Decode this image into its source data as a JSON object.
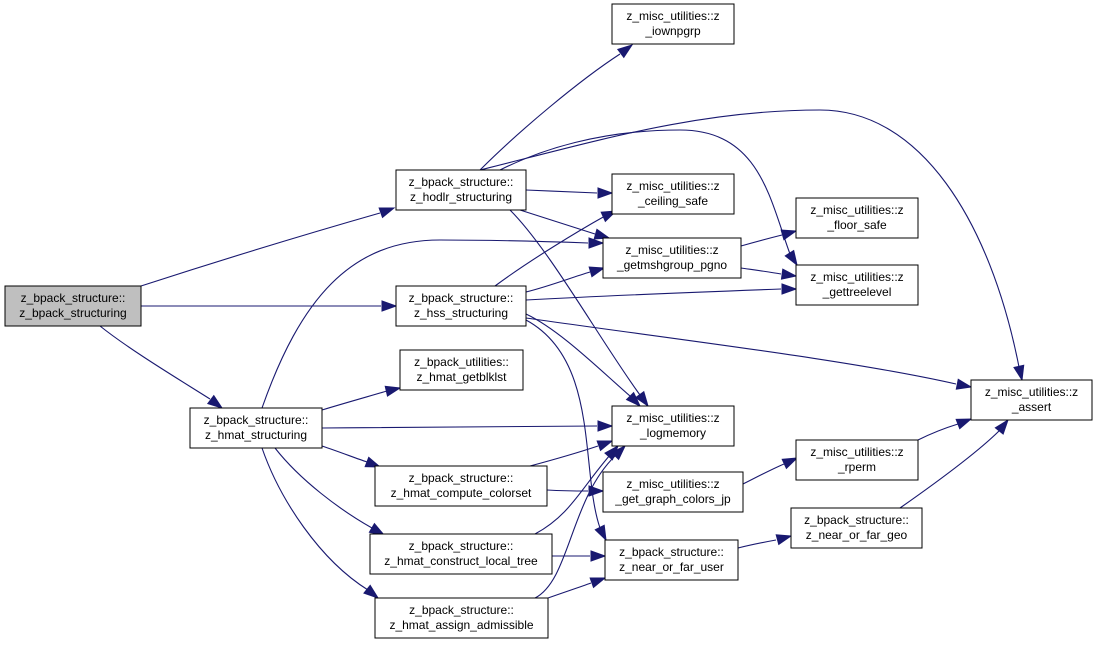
{
  "graph": {
    "colors": {
      "edge": "#191970",
      "node_fill": "#ffffff",
      "root_fill": "#bfbfbf",
      "border": "#000000"
    },
    "nodes": [
      {
        "id": "root",
        "line1": "z_bpack_structure::",
        "line2": "z_bpack_structuring",
        "highlight": true
      },
      {
        "id": "hodlr",
        "line1": "z_bpack_structure::",
        "line2": "z_hodlr_structuring"
      },
      {
        "id": "hss",
        "line1": "z_bpack_structure::",
        "line2": "z_hss_structuring"
      },
      {
        "id": "hmat",
        "line1": "z_bpack_structure::",
        "line2": "z_hmat_structuring"
      },
      {
        "id": "getblklst",
        "line1": "z_bpack_utilities::",
        "line2": "z_hmat_getblklst"
      },
      {
        "id": "colorset",
        "line1": "z_bpack_structure::",
        "line2": "z_hmat_compute_colorset"
      },
      {
        "id": "localtree",
        "line1": "z_bpack_structure::",
        "line2": "z_hmat_construct_local_tree"
      },
      {
        "id": "admissible",
        "line1": "z_bpack_structure::",
        "line2": "z_hmat_assign_admissible"
      },
      {
        "id": "iownpgrp",
        "line1": "z_misc_utilities::z",
        "line2": "_iownpgrp"
      },
      {
        "id": "ceiling",
        "line1": "z_misc_utilities::z",
        "line2": "_ceiling_safe"
      },
      {
        "id": "pgno",
        "line1": "z_misc_utilities::z",
        "line2": "_getmshgroup_pgno"
      },
      {
        "id": "logmemory",
        "line1": "z_misc_utilities::z",
        "line2": "_logmemory"
      },
      {
        "id": "graphcolors",
        "line1": "z_misc_utilities::z",
        "line2": "_get_graph_colors_jp"
      },
      {
        "id": "nearuser",
        "line1": "z_bpack_structure::",
        "line2": "z_near_or_far_user"
      },
      {
        "id": "floor",
        "line1": "z_misc_utilities::z",
        "line2": "_floor_safe"
      },
      {
        "id": "treelevel",
        "line1": "z_misc_utilities::z",
        "line2": "_gettreelevel"
      },
      {
        "id": "rperm",
        "line1": "z_misc_utilities::z",
        "line2": "_rperm"
      },
      {
        "id": "neargeo",
        "line1": "z_bpack_structure::",
        "line2": "z_near_or_far_geo"
      },
      {
        "id": "assert",
        "line1": "z_misc_utilities::z",
        "line2": "_assert"
      }
    ],
    "edges": [
      {
        "from": "root",
        "to": "hodlr"
      },
      {
        "from": "root",
        "to": "hss"
      },
      {
        "from": "root",
        "to": "hmat"
      },
      {
        "from": "hodlr",
        "to": "iownpgrp"
      },
      {
        "from": "hodlr",
        "to": "ceiling"
      },
      {
        "from": "hodlr",
        "to": "pgno"
      },
      {
        "from": "hodlr",
        "to": "logmemory"
      },
      {
        "from": "hodlr",
        "to": "treelevel"
      },
      {
        "from": "hodlr",
        "to": "assert"
      },
      {
        "from": "hss",
        "to": "ceiling"
      },
      {
        "from": "hss",
        "to": "pgno"
      },
      {
        "from": "hss",
        "to": "treelevel"
      },
      {
        "from": "hss",
        "to": "logmemory"
      },
      {
        "from": "hss",
        "to": "nearuser"
      },
      {
        "from": "hss",
        "to": "assert"
      },
      {
        "from": "hmat",
        "to": "pgno"
      },
      {
        "from": "hmat",
        "to": "getblklst"
      },
      {
        "from": "hmat",
        "to": "logmemory"
      },
      {
        "from": "hmat",
        "to": "colorset"
      },
      {
        "from": "hmat",
        "to": "localtree"
      },
      {
        "from": "hmat",
        "to": "admissible"
      },
      {
        "from": "colorset",
        "to": "logmemory"
      },
      {
        "from": "colorset",
        "to": "graphcolors"
      },
      {
        "from": "localtree",
        "to": "logmemory"
      },
      {
        "from": "localtree",
        "to": "nearuser"
      },
      {
        "from": "admissible",
        "to": "logmemory"
      },
      {
        "from": "admissible",
        "to": "nearuser"
      },
      {
        "from": "pgno",
        "to": "floor"
      },
      {
        "from": "pgno",
        "to": "treelevel"
      },
      {
        "from": "graphcolors",
        "to": "rperm"
      },
      {
        "from": "nearuser",
        "to": "neargeo"
      },
      {
        "from": "rperm",
        "to": "assert"
      },
      {
        "from": "neargeo",
        "to": "assert"
      }
    ]
  }
}
